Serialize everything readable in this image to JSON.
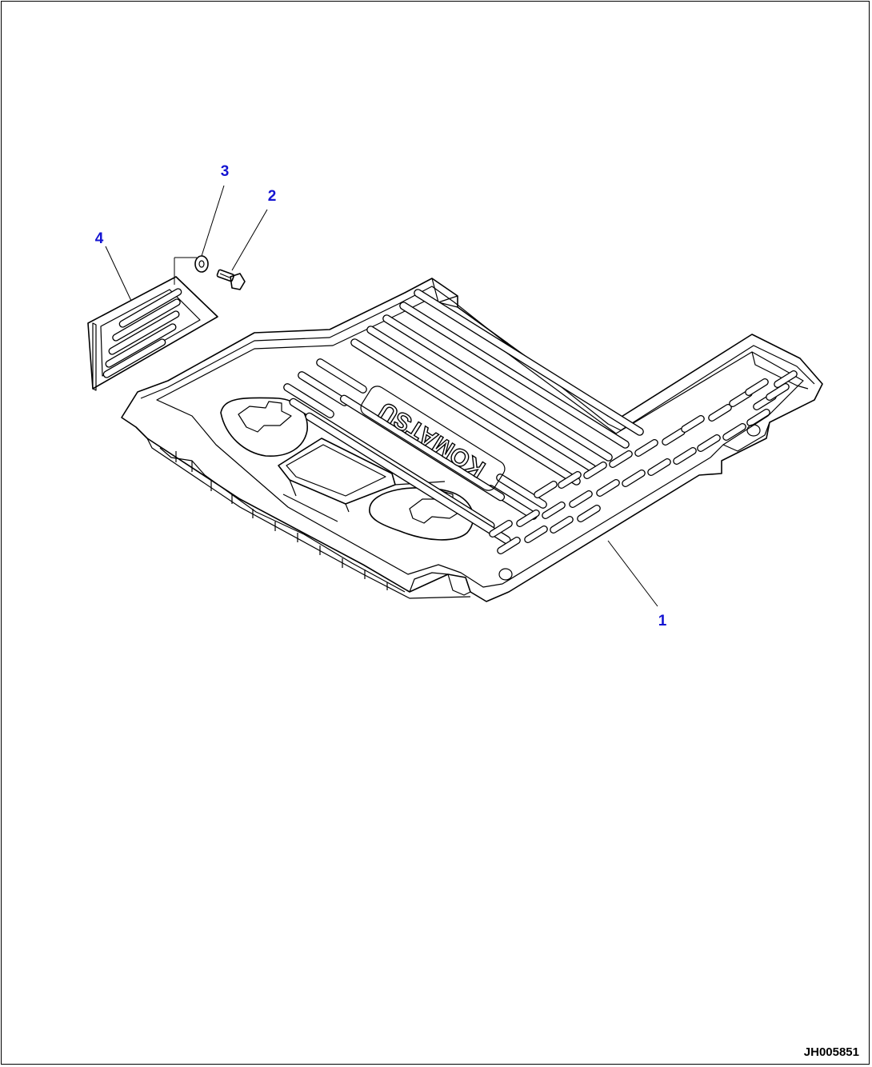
{
  "callouts": [
    {
      "id": "callout-1",
      "label": "1"
    },
    {
      "id": "callout-2",
      "label": "2"
    },
    {
      "id": "callout-3",
      "label": "3"
    },
    {
      "id": "callout-4",
      "label": "4"
    }
  ],
  "floor_mat_logo": "KOMATSU",
  "drawing_id": "JH005851",
  "colors": {
    "callout": "#1414d2",
    "line": "#000000",
    "background": "#ffffff"
  }
}
